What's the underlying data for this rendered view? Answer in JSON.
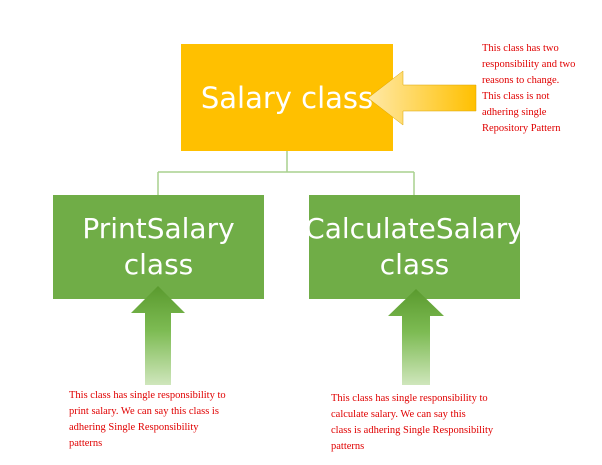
{
  "boxes": {
    "salary": {
      "label": "Salary class"
    },
    "print_salary": {
      "line1": "PrintSalary",
      "line2": "class"
    },
    "calculate_salary": {
      "line1": "CalculateSalary",
      "line2": "class"
    }
  },
  "notes": {
    "top_right": "This class has two\nresponsibility and two\nreasons to change.\nThis class is not\nadhering single\nRepository Pattern",
    "bottom_left": "This class has single responsibility to\nprint salary. We can say this class is\nadhering Single Responsibility\npatterns",
    "bottom_right": "This class has single responsibility to\ncalculate salary. We can say this\nclass is adhering Single Responsibility\npatterns"
  },
  "colors": {
    "salary_fill": "#FFC000",
    "child_fill": "#70AD47",
    "connector": "#A9D18E",
    "arrow_light": "#A9D18E",
    "arrow_dark": "#5A9A2E",
    "note_text": "#E00000"
  }
}
